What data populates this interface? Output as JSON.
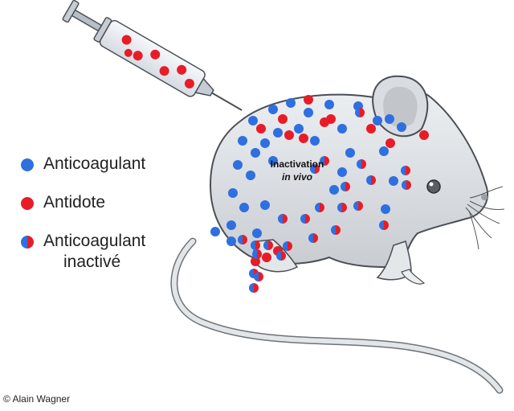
{
  "legend": {
    "anticoagulant": "Anticoagulant",
    "antidote": "Antidote",
    "inactive_line1": "Anticoagulant",
    "inactive_line2": "inactivé"
  },
  "mouse_label": {
    "line1": "Inactivation",
    "line2": "in vivo"
  },
  "credit": "© Alain Wagner",
  "colors": {
    "anticoagulant": "#2f6fe0",
    "antidote": "#e81c27"
  }
}
